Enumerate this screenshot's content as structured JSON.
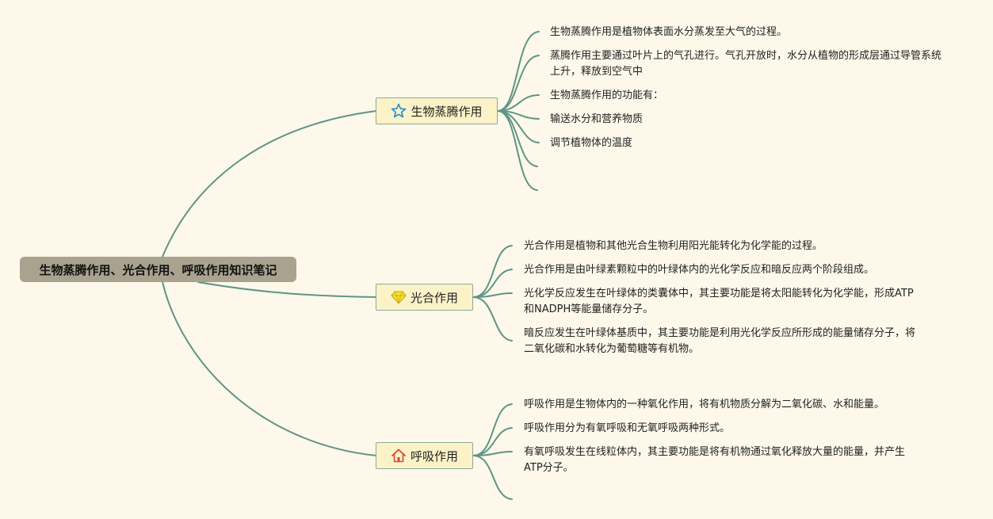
{
  "root": {
    "title": "生物蒸腾作用、光合作用、呼吸作用知识笔记"
  },
  "topics": [
    {
      "label": "生物蒸腾作用",
      "icon": "star-icon",
      "notes": [
        "生物蒸腾作用是植物体表面水分蒸发至大气的过程。",
        "蒸腾作用主要通过叶片上的气孔进行。气孔开放时，水分从植物的形成层通过导管系统上升，释放到空气中",
        "生物蒸腾作用的功能有：",
        "输送水分和营养物质",
        "调节植物体的温度",
        "",
        ""
      ]
    },
    {
      "label": "光合作用",
      "icon": "diamond-icon",
      "notes": [
        "光合作用是植物和其他光合生物利用阳光能转化为化学能的过程。",
        "光合作用是由叶绿素颗粒中的叶绿体内的光化学反应和暗反应两个阶段组成。",
        "光化学反应发生在叶绿体的类囊体中，其主要功能是将太阳能转化为化学能，形成ATP和NADPH等能量储存分子。",
        "暗反应发生在叶绿体基质中，其主要功能是利用光化学反应所形成的能量储存分子，将二氧化碳和水转化为葡萄糖等有机物。"
      ]
    },
    {
      "label": "呼吸作用",
      "icon": "house-icon",
      "notes": [
        "呼吸作用是生物体内的一种氧化作用，将有机物质分解为二氧化碳、水和能量。",
        "呼吸作用分为有氧呼吸和无氧呼吸两种形式。",
        "有氧呼吸发生在线粒体内，其主要功能是将有机物通过氧化释放大量的能量，并产生ATP分子。",
        ""
      ]
    }
  ],
  "colors": {
    "background": "#fdf8ea",
    "connector": "#5f9585",
    "root_fill": "#a8a28f",
    "topic_fill": "#fbf3c7",
    "topic_border": "#8aaa98"
  }
}
